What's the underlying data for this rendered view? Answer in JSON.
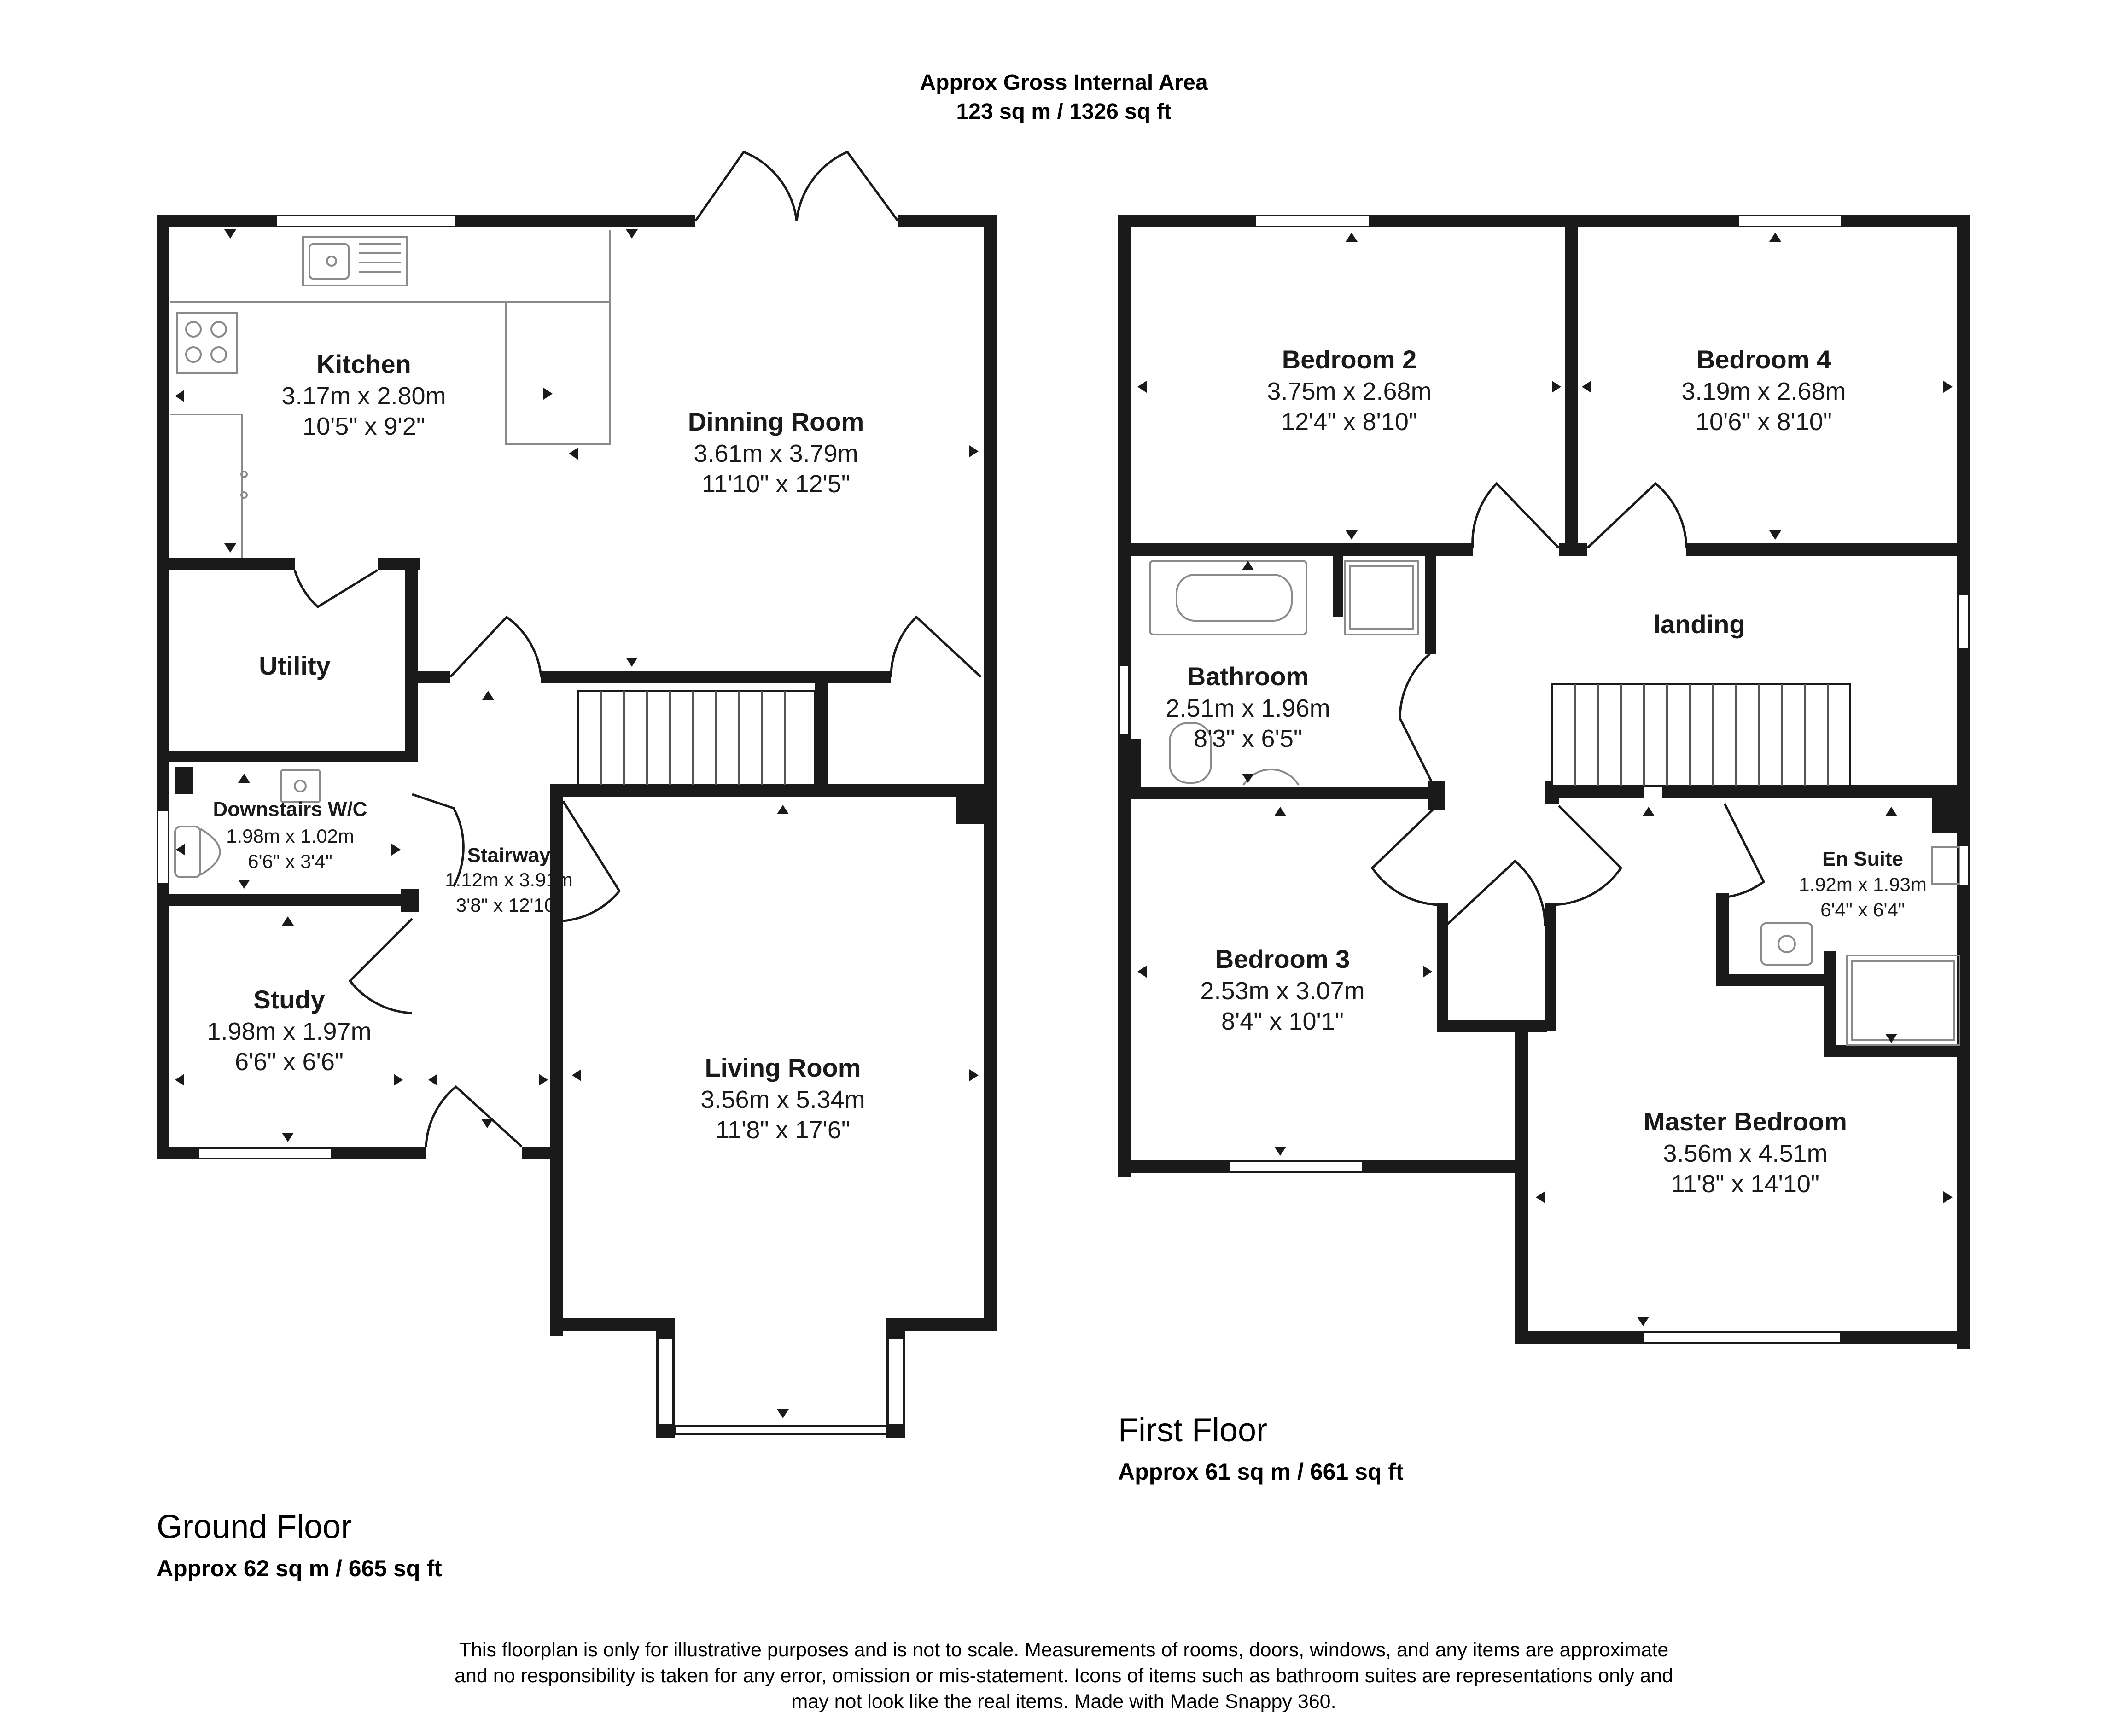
{
  "header": {
    "title": "Approx Gross Internal Area",
    "area": "123 sq m / 1326 sq ft"
  },
  "ground_floor": {
    "label": "Ground Floor",
    "area": "Approx 62 sq m / 665 sq ft",
    "rooms": {
      "kitchen": {
        "name": "Kitchen",
        "metric": "3.17m x 2.80m",
        "imperial": "10'5\" x 9'2\""
      },
      "dinning": {
        "name": "Dinning Room",
        "metric": "3.61m x 3.79m",
        "imperial": "11'10\" x 12'5\""
      },
      "utility": {
        "name": "Utility"
      },
      "wc": {
        "name": "Downstairs W/C",
        "metric": "1.98m x 1.02m",
        "imperial": "6'6\" x 3'4\""
      },
      "stairway": {
        "name": "Stairway",
        "metric": "1.12m x 3.91m",
        "imperial": "3'8\" x 12'10\""
      },
      "study": {
        "name": "Study",
        "metric": "1.98m x 1.97m",
        "imperial": "6'6\" x 6'6\""
      },
      "living": {
        "name": "Living Room",
        "metric": "3.56m x 5.34m",
        "imperial": "11'8\" x 17'6\""
      }
    }
  },
  "first_floor": {
    "label": "First Floor",
    "area": "Approx 61 sq m / 661 sq ft",
    "rooms": {
      "bed2": {
        "name": "Bedroom 2",
        "metric": "3.75m x 2.68m",
        "imperial": "12'4\" x 8'10\""
      },
      "bed4": {
        "name": "Bedroom 4",
        "metric": "3.19m x 2.68m",
        "imperial": "10'6\" x 8'10\""
      },
      "landing": {
        "name": "landing"
      },
      "bathroom": {
        "name": "Bathroom",
        "metric": "2.51m x 1.96m",
        "imperial": "8'3\" x 6'5\""
      },
      "bed3": {
        "name": "Bedroom 3",
        "metric": "2.53m x 3.07m",
        "imperial": "8'4\" x 10'1\""
      },
      "ensuite": {
        "name": "En Suite",
        "metric": "1.92m x 1.93m",
        "imperial": "6'4\" x 6'4\""
      },
      "master": {
        "name": "Master Bedroom",
        "metric": "3.56m x 4.51m",
        "imperial": "11'8\" x 14'10\""
      }
    }
  },
  "disclaimer": [
    "This floorplan is only for illustrative purposes and is not to scale. Measurements of rooms, doors, windows, and any items are approximate",
    "and no responsibility is taken for any error, omission or mis-statement. Icons of items such as bathroom suites are representations only and",
    "may not look like the real items. Made with Made Snappy 360."
  ]
}
